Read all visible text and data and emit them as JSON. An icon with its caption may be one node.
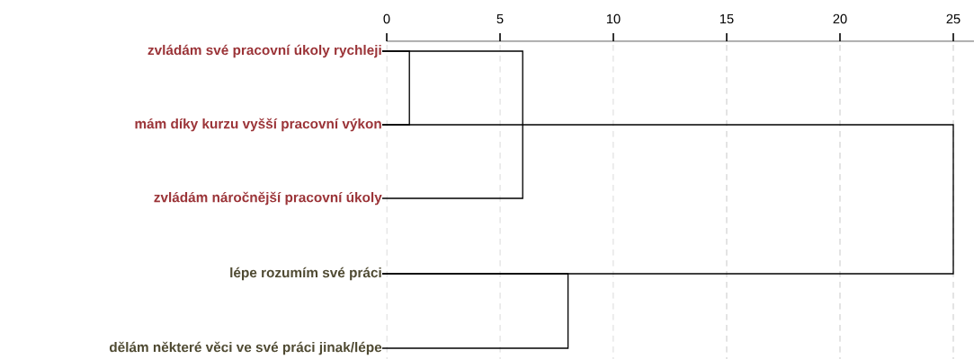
{
  "diagram": {
    "nodes": [
      {
        "text": [
          "zvládám své pracovní úkoly rychleji"
        ]
      },
      {
        "text": [
          "mám díky kurzu vyšší pracovní výkon"
        ]
      },
      {
        "text": [
          "zvládám náročnější pracovní úkoly"
        ]
      },
      {
        "text": [
          "lépe rozumím své práci"
        ]
      },
      {
        "text": [
          "dělám některé věci ve své práci jinak/lépe"
        ]
      }
    ],
    "edges": [
      {
        "from": 0,
        "to": 1,
        "arrow": "none"
      },
      {
        "from": 0,
        "to": 2,
        "arrow": "none"
      },
      {
        "from": 1,
        "to": 3,
        "arrow": "none"
      },
      {
        "from": 3,
        "to": 4,
        "arrow": "none"
      }
    ],
    "labels": [
      "0",
      "5",
      "10",
      "15",
      "20",
      "25"
    ]
  }
}
